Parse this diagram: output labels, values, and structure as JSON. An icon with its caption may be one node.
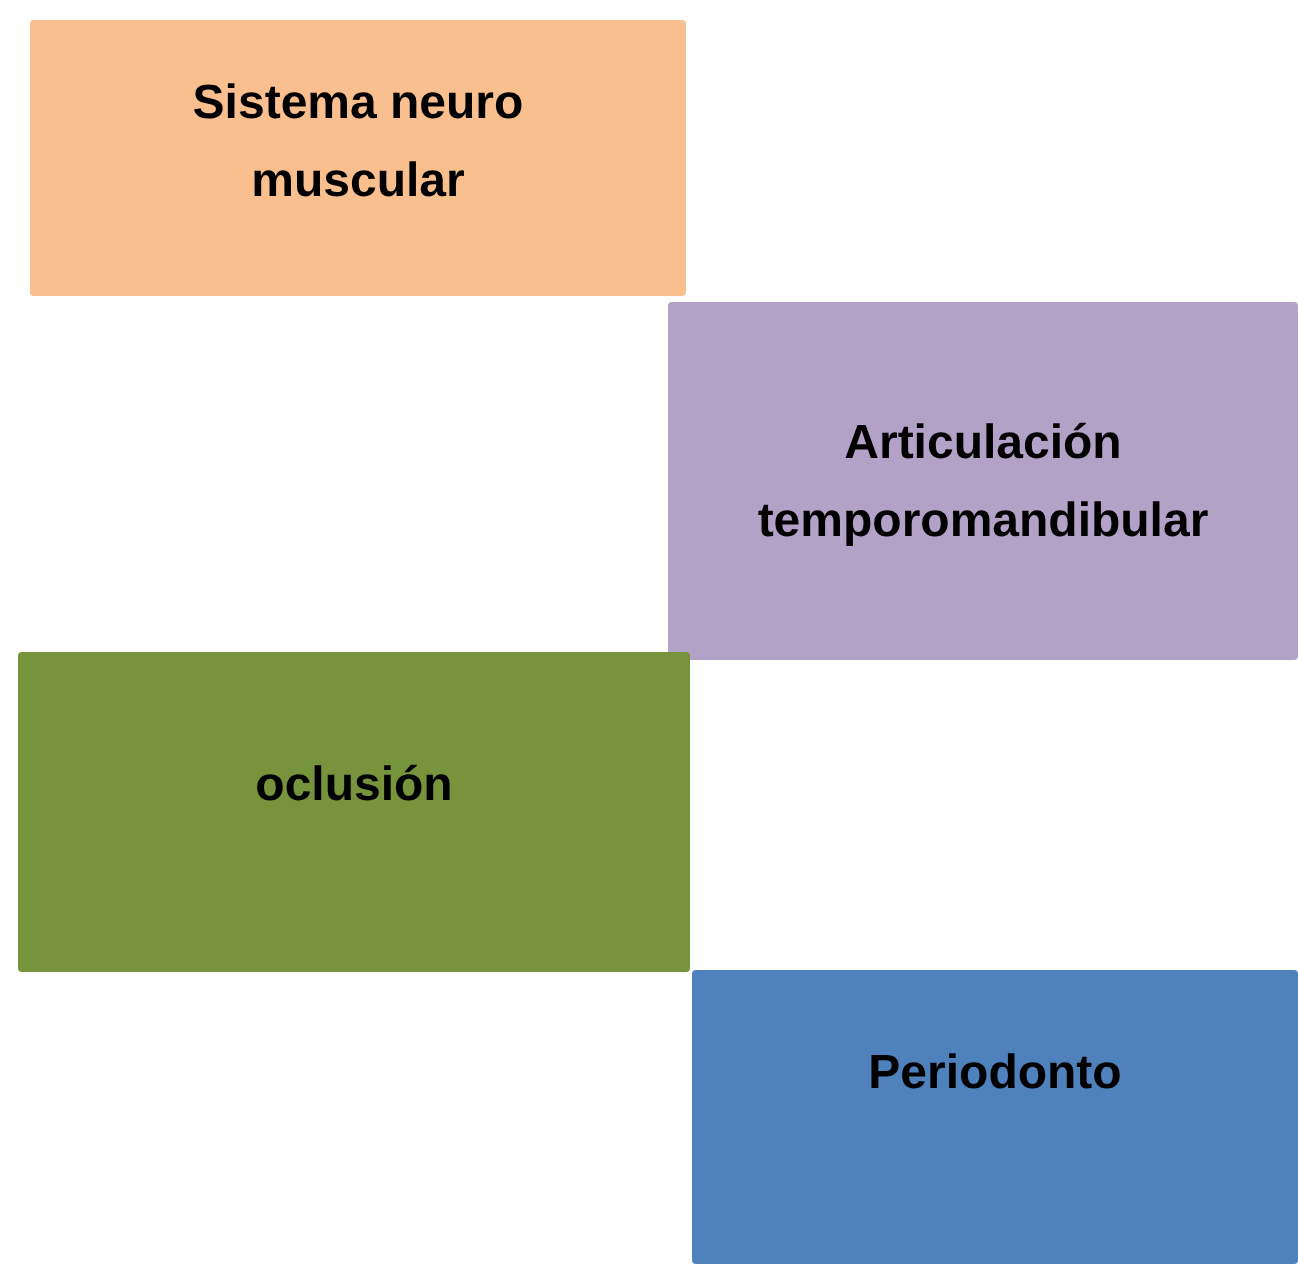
{
  "diagram": {
    "nodes": [
      {
        "text": [
          "Sistema neuro muscular"
        ]
      },
      {
        "text": [
          "Articulación temporomandibular"
        ]
      },
      {
        "text": [
          "oclusión"
        ]
      },
      {
        "text": [
          "Periodonto"
        ]
      }
    ]
  }
}
